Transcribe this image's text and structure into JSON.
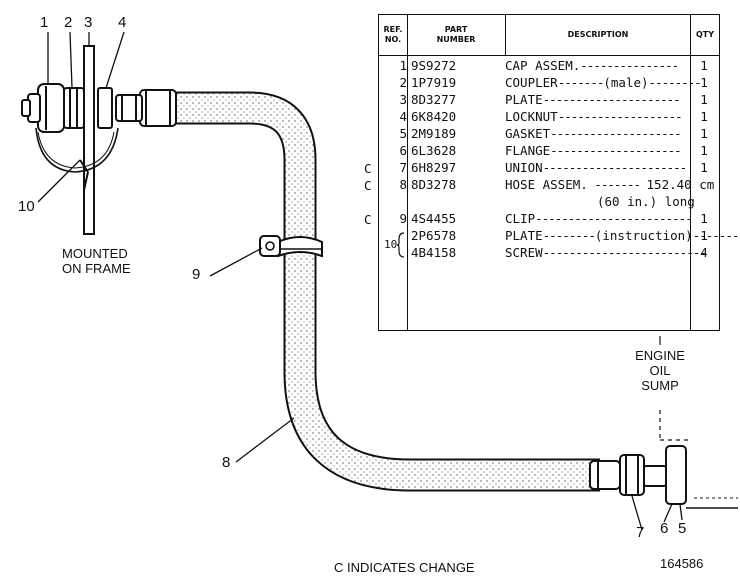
{
  "table": {
    "headers": {
      "ref": [
        "REF.",
        "NO."
      ],
      "part": [
        "PART",
        "NUMBER"
      ],
      "description": "DESCRIPTION",
      "qty": "QTY"
    },
    "rows": [
      {
        "ref": "1",
        "part": "9S9272",
        "desc": "CAP ASSEM.",
        "note": "",
        "qty": "1",
        "change": ""
      },
      {
        "ref": "2",
        "part": "1P7919",
        "desc": "COUPLER",
        "note": "(male)",
        "qty": "1",
        "change": ""
      },
      {
        "ref": "3",
        "part": "8D3277",
        "desc": "PLATE",
        "note": "",
        "qty": "1",
        "change": ""
      },
      {
        "ref": "4",
        "part": "6K8420",
        "desc": "LOCKNUT",
        "note": "",
        "qty": "1",
        "change": ""
      },
      {
        "ref": "5",
        "part": "2M9189",
        "desc": "GASKET",
        "note": "",
        "qty": "1",
        "change": ""
      },
      {
        "ref": "6",
        "part": "6L3628",
        "desc": "FLANGE",
        "note": "",
        "qty": "1",
        "change": ""
      },
      {
        "ref": "7",
        "part": "6H8297",
        "desc": "UNION",
        "note": "",
        "qty": "1",
        "change": "C"
      },
      {
        "ref": "8",
        "part": "8D3278",
        "desc": "HOSE ASSEM.",
        "note": "152.40 cm",
        "note2": "(60 in.) long",
        "qty": "",
        "change": "C"
      },
      {
        "ref": "9",
        "part": "4S4455",
        "desc": "CLIP",
        "note": "",
        "qty": "1",
        "change": "C"
      },
      {
        "ref": "",
        "part": "2P6578",
        "desc": "PLATE",
        "note": "(instruction)",
        "qty": "1",
        "change": ""
      },
      {
        "ref": "",
        "part": "4B4158",
        "desc": "SCREW",
        "note": "",
        "qty": "4",
        "change": ""
      }
    ],
    "group_ref": "10"
  },
  "labels": {
    "mounted": [
      "MOUNTED",
      "ON FRAME"
    ],
    "sump": [
      "ENGINE",
      "OIL",
      "SUMP"
    ],
    "footer": "C INDICATES CHANGE",
    "drawing_no": "164586"
  },
  "callouts": {
    "c1": "1",
    "c2": "2",
    "c3": "3",
    "c4": "4",
    "c5": "5",
    "c6": "6",
    "c7": "7",
    "c8": "8",
    "c9": "9",
    "c10": "10"
  }
}
